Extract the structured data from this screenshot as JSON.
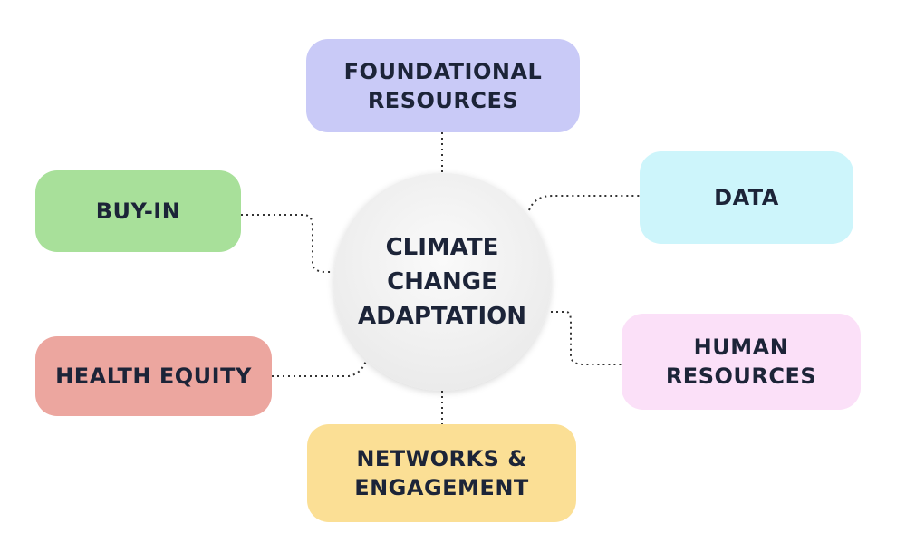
{
  "center": {
    "label": "CLIMATE\nCHANGE\nADAPTATION"
  },
  "nodes": {
    "foundational": {
      "label": "FOUNDATIONAL\nRESOURCES",
      "color": "#c9caf7"
    },
    "data": {
      "label": "DATA",
      "color": "#cdf5fb"
    },
    "buyin": {
      "label": "BUY-IN",
      "color": "#a8e09a"
    },
    "human": {
      "label": "HUMAN\nRESOURCES",
      "color": "#fbe0f8"
    },
    "health": {
      "label": "HEALTH EQUITY",
      "color": "#eca69f"
    },
    "networks": {
      "label": "NETWORKS &\nENGAGEMENT",
      "color": "#fbdf95"
    }
  }
}
